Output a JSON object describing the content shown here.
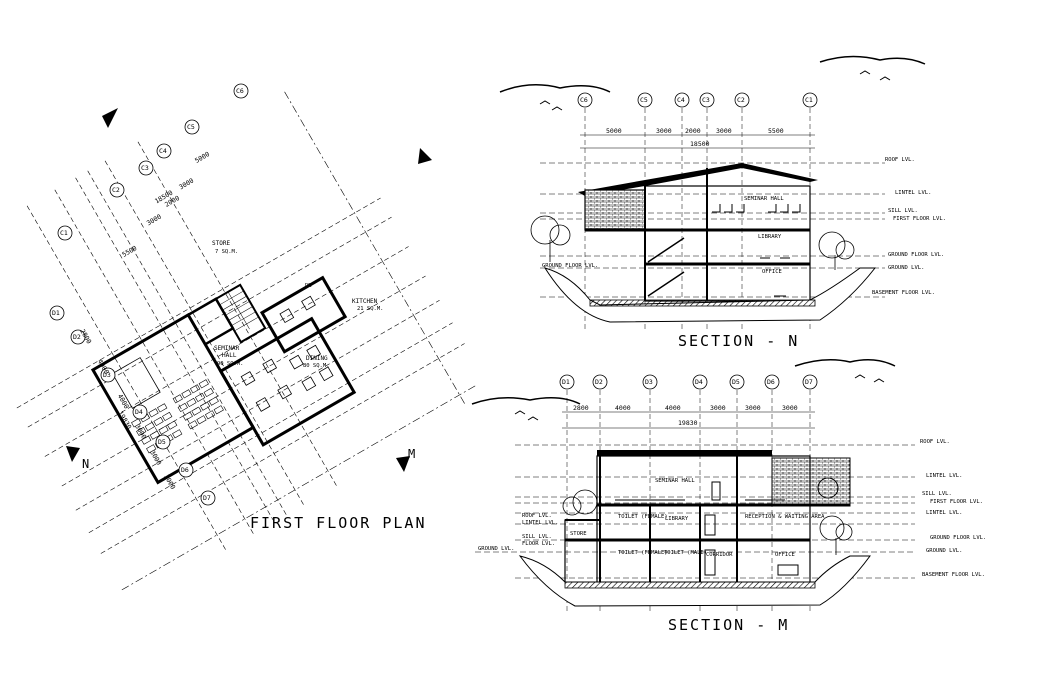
{
  "titles": {
    "first_floor_plan": "FIRST FLOOR PLAN",
    "section_n": "SECTION - N",
    "section_m": "SECTION - M"
  },
  "plan": {
    "grid_c": [
      "C1",
      "C2",
      "C3",
      "C4",
      "C5",
      "C6"
    ],
    "grid_d": [
      "D1",
      "D2",
      "D3",
      "D4",
      "D5",
      "D6",
      "D7"
    ],
    "dims_c": [
      "5500",
      "3000",
      "2000",
      "3000",
      "5000"
    ],
    "total_c": "18500",
    "dims_d": [
      "2800",
      "4000",
      "4000",
      "3000",
      "3000",
      "3000"
    ],
    "total_d": "19830",
    "rooms": {
      "store": "STORE",
      "store_area": "7 SQ.M.",
      "seminar": "SEMINAR",
      "hall": "HALL",
      "seminar_area": "90 SQ.M.",
      "dining": "DINING",
      "dining_area": "80 SQ.M.",
      "kitchen": "KITCHEN",
      "kitchen_area": "21 SQ.M.",
      "stair": "DN"
    },
    "markers": {
      "n": "N",
      "m": "M"
    }
  },
  "section_n": {
    "grid": [
      "C6",
      "C5",
      "C4",
      "C3",
      "C2",
      "C1"
    ],
    "dims": [
      "5000",
      "3000",
      "2000",
      "3000",
      "5500"
    ],
    "total": "18500",
    "levels": [
      "ROOF LVL.",
      "LINTEL LVL.",
      "SILL LVL.",
      "FIRST FLOOR LVL.",
      "GROUND FLOOR LVL.",
      "GROUND LVL.",
      "BASEMENT FLOOR LVL."
    ],
    "rooms": [
      "SEMINAR HALL",
      "LIBRARY",
      "OFFICE",
      "GROUND FLOOR LVL."
    ]
  },
  "section_m": {
    "grid": [
      "D1",
      "D2",
      "D3",
      "D4",
      "D5",
      "D6",
      "D7"
    ],
    "dims": [
      "2800",
      "4000",
      "4000",
      "3000",
      "3000",
      "3000"
    ],
    "total": "19830",
    "levels_right": [
      "ROOF LVL.",
      "LINTEL LVL.",
      "FIRST FLOOR LVL.",
      "SILL LVL.",
      "LINTEL LVL.",
      "GROUND FLOOR LVL.",
      "GROUND LVL.",
      "BASEMENT FLOOR LVL."
    ],
    "levels_left": [
      "ROOF LVL.",
      "LINTEL LVL.",
      "SILL LVL.",
      "FLOOR LVL.",
      "GROUND LVL."
    ],
    "rooms": [
      "SEMINAR HALL",
      "LIBRARY",
      "TOILET (FEMALE)",
      "TOILET (MALE)",
      "TOILET (FEMALE)",
      "RECEPTION & WAITING AREA",
      "CORRIDOR",
      "OFFICE",
      "STORE"
    ]
  }
}
